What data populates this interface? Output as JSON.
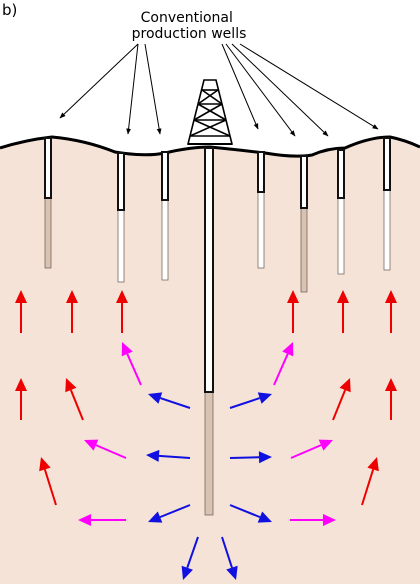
{
  "panel_label": "b)",
  "title_lines": [
    "Conventional",
    "production wells"
  ],
  "colors": {
    "ground": "#f5e3d7",
    "surface_line": "#000000",
    "casing": "#111111",
    "screen": "#d8c2b2",
    "flow_up": "#ee0000",
    "flow_mid": "#ff00ff",
    "flow_near": "#1010e0",
    "pointer": "#000000"
  },
  "icons": {
    "derrick": "drilling-rig-icon",
    "arrow": "flow-arrow-icon"
  }
}
